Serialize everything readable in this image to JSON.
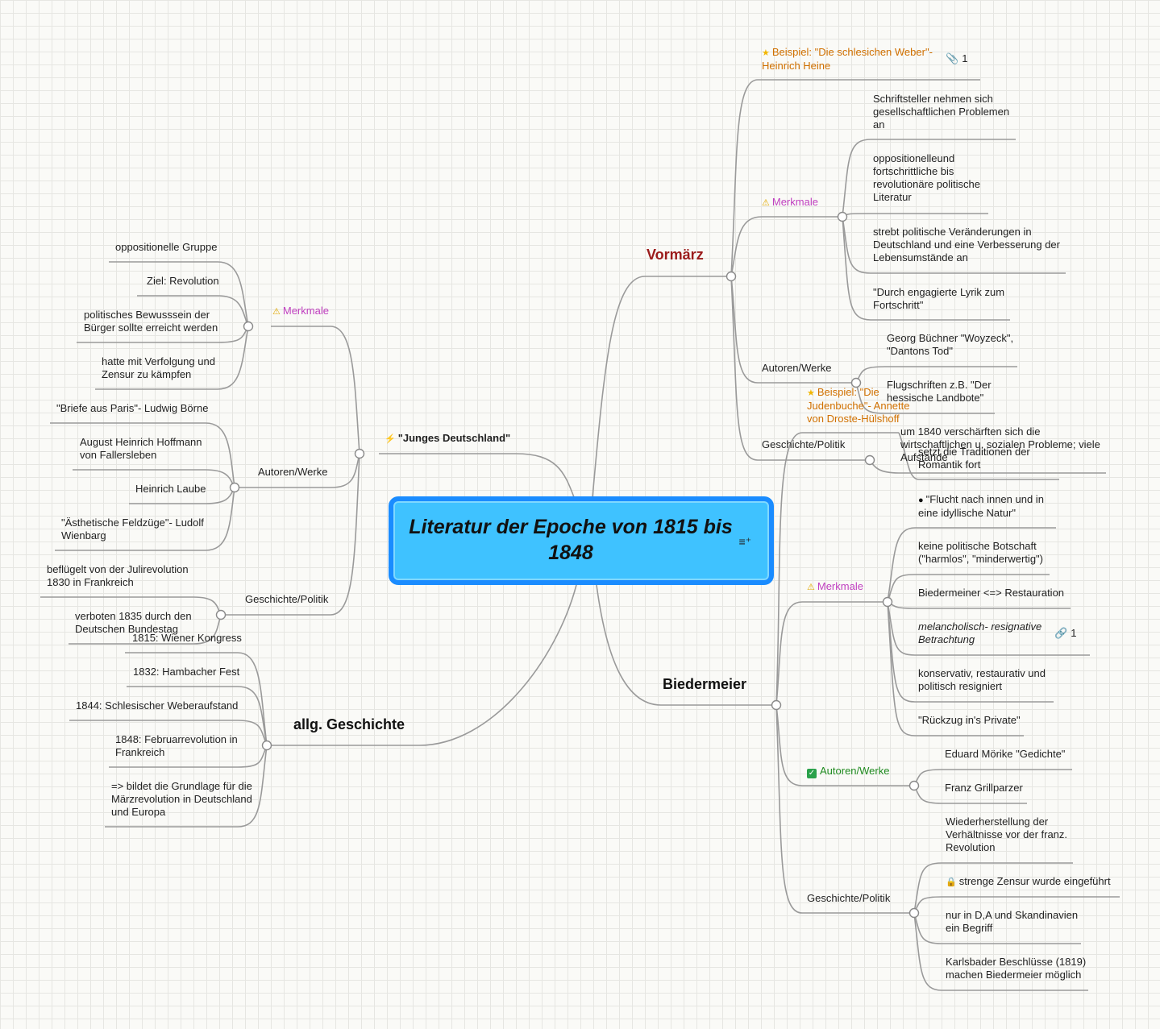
{
  "central": {
    "title": "Literatur der Epoche von 1815 bis 1848"
  },
  "junges_deutschland": {
    "label": "\"Junges Deutschland\"",
    "merkmale": {
      "label": "Merkmale",
      "items": [
        "oppositionelle Gruppe",
        "Ziel: Revolution",
        "politisches Bewusssein der Bürger sollte erreicht werden",
        "hatte mit Verfolgung und Zensur zu kämpfen"
      ]
    },
    "autoren": {
      "label": "Autoren/Werke",
      "items": [
        "\"Briefe aus Paris\"- Ludwig Börne",
        "August Heinrich Hoffmann von Fallersleben",
        "Heinrich Laube",
        "\"Ästhetische Feldzüge\"- Ludolf Wienbarg"
      ]
    },
    "geschichte": {
      "label": "Geschichte/Politik",
      "items": [
        "beflügelt von der Julirevolution 1830 in Frankreich",
        "verboten 1835 durch den Deutschen Bundestag"
      ]
    }
  },
  "allg_geschichte": {
    "label": "allg. Geschichte",
    "items": [
      "1815: Wiener Kongress",
      "1832: Hambacher Fest",
      "1844: Schlesischer Weberaufstand",
      "1848: Februarrevolution in Frankreich",
      "=> bildet die Grundlage für die Märzrevolution in Deutschland und Europa"
    ]
  },
  "vormaerz": {
    "label": "Vormärz",
    "beispiel": {
      "label": "Beispiel: \"Die schlesichen Weber\"- Heinrich Heine",
      "attachments": "1"
    },
    "merkmale": {
      "label": "Merkmale",
      "items": [
        "Schriftsteller nehmen sich gesellschaftlichen Problemen an",
        "oppositionelleund fortschrittliche bis revolutionäre politische Literatur",
        "strebt politische Veränderungen in Deutschland und eine Verbesserung der Lebensumstände an",
        "\"Durch engagierte Lyrik zum Fortschritt\""
      ]
    },
    "autoren": {
      "label": "Autoren/Werke",
      "items": [
        "Georg Büchner \"Woyzeck\", \"Dantons Tod\"",
        "Flugschriften z.B. \"Der hessische Landbote\""
      ]
    },
    "geschichte": {
      "label": "Geschichte/Politik",
      "items": [
        "um 1840 verschärften sich die wirtschaftlichen u. sozialen Probleme; viele Aufstände"
      ]
    }
  },
  "biedermeier": {
    "label": "Biedermeier",
    "beispiel": {
      "label": "Beispiel: \"Die Judenbuche\"- Annette von Droste-Hülshoff"
    },
    "beispiel_child": "setzt die Traditionen der Romantik fort",
    "merkmale": {
      "label": "Merkmale",
      "items": [
        "\"Flucht nach innen und in eine idyllische Natur\"",
        "keine politische Botschaft (\"harmlos\", \"minderwertig\")",
        "Biedermeiner <=> Restauration",
        "melancholisch- resignative Betrachtung",
        "konservativ, restaurativ und politisch resigniert",
        "\"Rückzug in's Private\""
      ],
      "link_count": "1"
    },
    "autoren": {
      "label": "Autoren/Werke",
      "items": [
        "Eduard Mörike \"Gedichte\"",
        "Franz Grillparzer"
      ]
    },
    "geschichte": {
      "label": "Geschichte/Politik",
      "items": [
        "Wiederherstellung der Verhältnisse vor der franz. Revolution",
        "strenge Zensur wurde eingeführt",
        "nur in D,A und Skandinavien ein Begriff",
        "Karlsbader Beschlüsse (1819) machen Biedermeier möglich"
      ]
    }
  },
  "icons": {
    "warning": "warning-icon",
    "star": "star-icon",
    "bolt": "lightning-icon",
    "check": "checkmark-icon",
    "apple": "apple-icon",
    "lock": "lock-icon",
    "paperclip": "paperclip-icon",
    "link": "link-icon",
    "notes": "notes-icon"
  },
  "colors": {
    "central_fill": "#3fc2ff",
    "central_border": "#1a8cff",
    "vormaerz": "#9b1b1b",
    "merkmale": "#c040c0",
    "beispiel": "#d07000",
    "autoren_green": "#1f8a1f",
    "line": "#9a9a9a"
  }
}
